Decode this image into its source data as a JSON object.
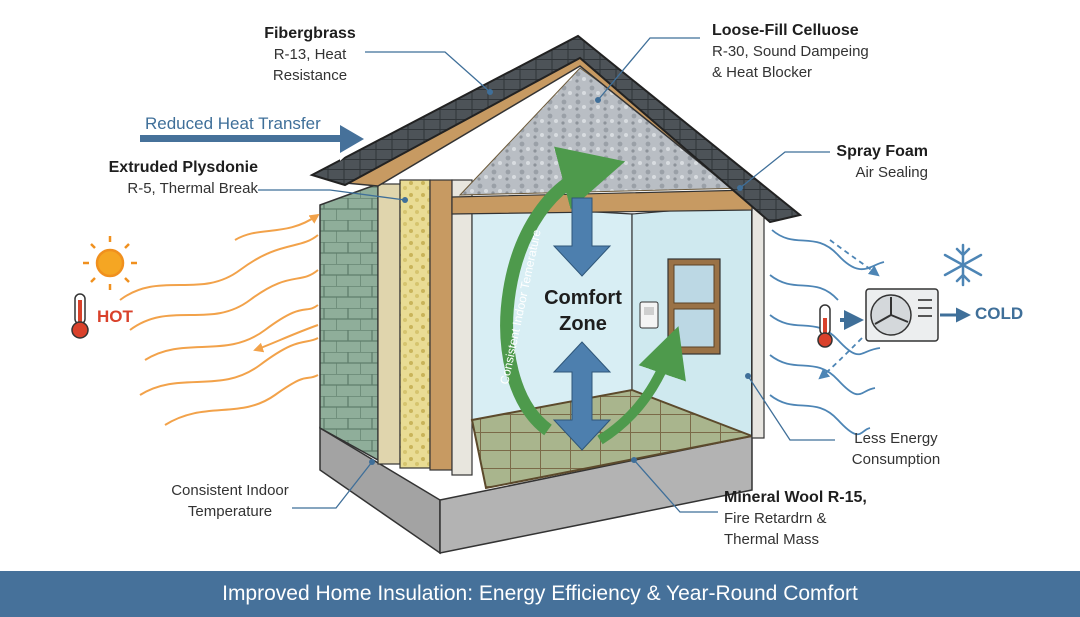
{
  "labels": {
    "fiberglass": {
      "title": "Fibergbrass",
      "line1": "R-13, Heat",
      "line2": "Resistance"
    },
    "cellulose": {
      "title": "Loose-Fill Celluose",
      "line1": "R-30, Sound Dampeing",
      "line2": "& Heat Blocker"
    },
    "reduced_heat": "Reduced Heat Transfer",
    "extruded": {
      "title": "Extruded Plysdonie",
      "line1": "R-5, Thermal Break"
    },
    "spray_foam": {
      "title": "Spray Foam",
      "line1": "Air Sealing"
    },
    "hot": "HOT",
    "cold": "COLD",
    "comfort": {
      "line1": "Comfort",
      "line2": "Zone"
    },
    "arc_text": "Consistent Indoor Temerature",
    "consistent": {
      "line1": "Consistent Indoor",
      "line2": "Temperature"
    },
    "less_energy": {
      "line1": "Less Energy",
      "line2": "Consumption"
    },
    "mineral": {
      "title": "Mineral Wool R-15,",
      "line1": "Fire Retardrn &",
      "line2": "Thermal Mass"
    }
  },
  "footer": {
    "title": "Improved Home Insulation: Energy Efficiency & Year-Round Comfort"
  },
  "colors": {
    "accent_blue": "#46719a",
    "heat_orange": "#f2a24a",
    "hot_red": "#d9412b",
    "arrow_green": "#4e9a4c",
    "cool_blue": "#4d85b5"
  },
  "icons": [
    "sun-icon",
    "thermometer-hot-icon",
    "snowflake-icon",
    "thermometer-cold-icon",
    "ac-unit-icon"
  ]
}
